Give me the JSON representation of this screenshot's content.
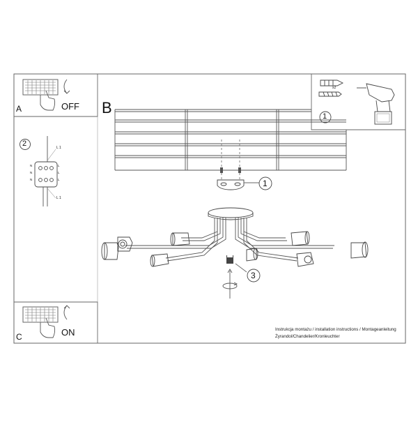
{
  "panels": {
    "a": {
      "letter": "A",
      "state": "OFF"
    },
    "b": {
      "letter": "B"
    },
    "c": {
      "letter": "C",
      "state": "ON"
    }
  },
  "steps": {
    "one": "1",
    "one_callout": "1",
    "two": "2",
    "three": "3"
  },
  "wiring": {
    "left_terminals": [
      "N",
      "N",
      "N"
    ],
    "right_terminals": [
      "L",
      "L",
      "L"
    ],
    "wire_top": "L 1",
    "wire_bottom": "L 1"
  },
  "anchor_pack": {
    "count_label": "x2"
  },
  "caption": {
    "line1": "Instrukcja montażu / installation instructions / Montageanleitung",
    "line2": "Żyrandol/Chandelier/Kronleuchter"
  },
  "colors": {
    "line": "#555555",
    "frame": "#666666",
    "text": "#111111"
  }
}
